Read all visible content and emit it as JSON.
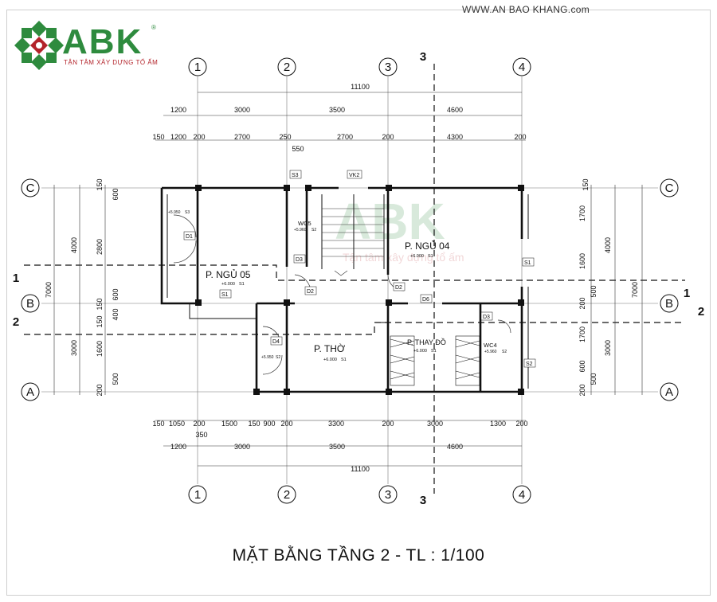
{
  "brand": {
    "website": "WWW.AN BAO KHANG.com",
    "logo": "ABK",
    "slogan": "TẬN TÂM XÂY DỰNG TỔ ẤM",
    "watermark_logo": "ABK",
    "watermark_slogan": "Tận tâm xây dựng tổ ấm"
  },
  "title": "MẶT BẰNG TẦNG 2 - TL : 1/100",
  "grid": {
    "columns": [
      "1",
      "2",
      "3",
      "4"
    ],
    "rows": [
      "C",
      "B",
      "A"
    ],
    "section_a": "1",
    "section_b": "2",
    "section_c": "3"
  },
  "dims": {
    "top_total": "11100",
    "top_spans": [
      "1200",
      "3000",
      "3500",
      "4600"
    ],
    "top_detail": [
      "150",
      "1200",
      "200",
      "2700",
      "250",
      "2700",
      "200",
      "4300",
      "200"
    ],
    "top_extra": "550",
    "bottom_detail": [
      "150",
      "1050",
      "200",
      "1500",
      "150",
      "900",
      "200",
      "3300",
      "200",
      "3000",
      "1300",
      "200"
    ],
    "bottom_extra": "350",
    "bottom_spans": [
      "1200",
      "3000",
      "3500",
      "4600"
    ],
    "bottom_total": "11100",
    "left_total": "7000",
    "left_major": [
      "4000",
      "3000"
    ],
    "left_detail": [
      "150",
      "600",
      "2800",
      "600",
      "150",
      "400",
      "150",
      "1600",
      "500",
      "200"
    ],
    "right_total": "7000",
    "right_major": [
      "4000",
      "3000"
    ],
    "right_detail": [
      "150",
      "1700",
      "1600",
      "500",
      "200",
      "1700",
      "600",
      "500",
      "200"
    ]
  },
  "rooms": [
    {
      "name": "P. NGỦ 05",
      "level": "+6.000",
      "code": "S1"
    },
    {
      "name": "P. NGỦ 04",
      "level": "+6.000",
      "code": "S1"
    },
    {
      "name": "P. THỜ",
      "level": "+6.000",
      "code": "S1"
    },
    {
      "name": "P. THAY ĐỒ",
      "level": "+6.000",
      "code": "S1"
    },
    {
      "name": "WC5",
      "level": "+5.960",
      "code": "S2"
    },
    {
      "name": "WC4",
      "level": "+5.960",
      "code": "S2"
    }
  ],
  "annotations": {
    "balcony_level": "+5.950",
    "balcony_code": "S3",
    "balcony2_level": "+5.950",
    "balcony2_code": "S2"
  },
  "tags": {
    "s3": "S3",
    "vk2": "VK2",
    "s1a": "S1",
    "s1b": "S1",
    "s2": "S2",
    "d1": "D1",
    "d2a": "D2",
    "d2b": "D2",
    "d3a": "D3",
    "d3b": "D3",
    "d4": "D4",
    "d6": "D6"
  },
  "colors": {
    "brand_green": "#2e8b3e",
    "brand_red": "#b3232a",
    "line": "#111111"
  }
}
